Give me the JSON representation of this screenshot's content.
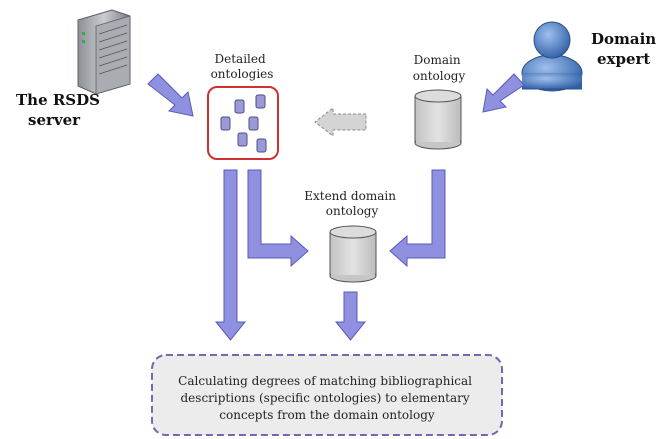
{
  "labels": {
    "server": [
      "The RSDS",
      "server"
    ],
    "expert": [
      "Domain",
      "expert"
    ],
    "detailed": [
      "Detailed",
      "ontologies"
    ],
    "domain_ontology": [
      "Domain",
      "ontology"
    ],
    "extend": [
      "Extend domain",
      "ontology"
    ],
    "result": [
      "Calculating degrees of matching bibliographical",
      "descriptions (specific ontologies) to elementary",
      "concepts from the domain ontology"
    ]
  },
  "colors": {
    "arrow_fill": "#8f90e0",
    "arrow_stroke": "#5a5bb8",
    "cylinder_fill": "#d3d3d3",
    "highlight_border": "#d0302f",
    "result_border": "#7a66b0",
    "result_fill": "#ececec",
    "dashed_arrow": "#c9c9c9",
    "person_blue": "#4a77b8"
  },
  "icons": {
    "server": "server-icon",
    "person": "person-icon"
  }
}
